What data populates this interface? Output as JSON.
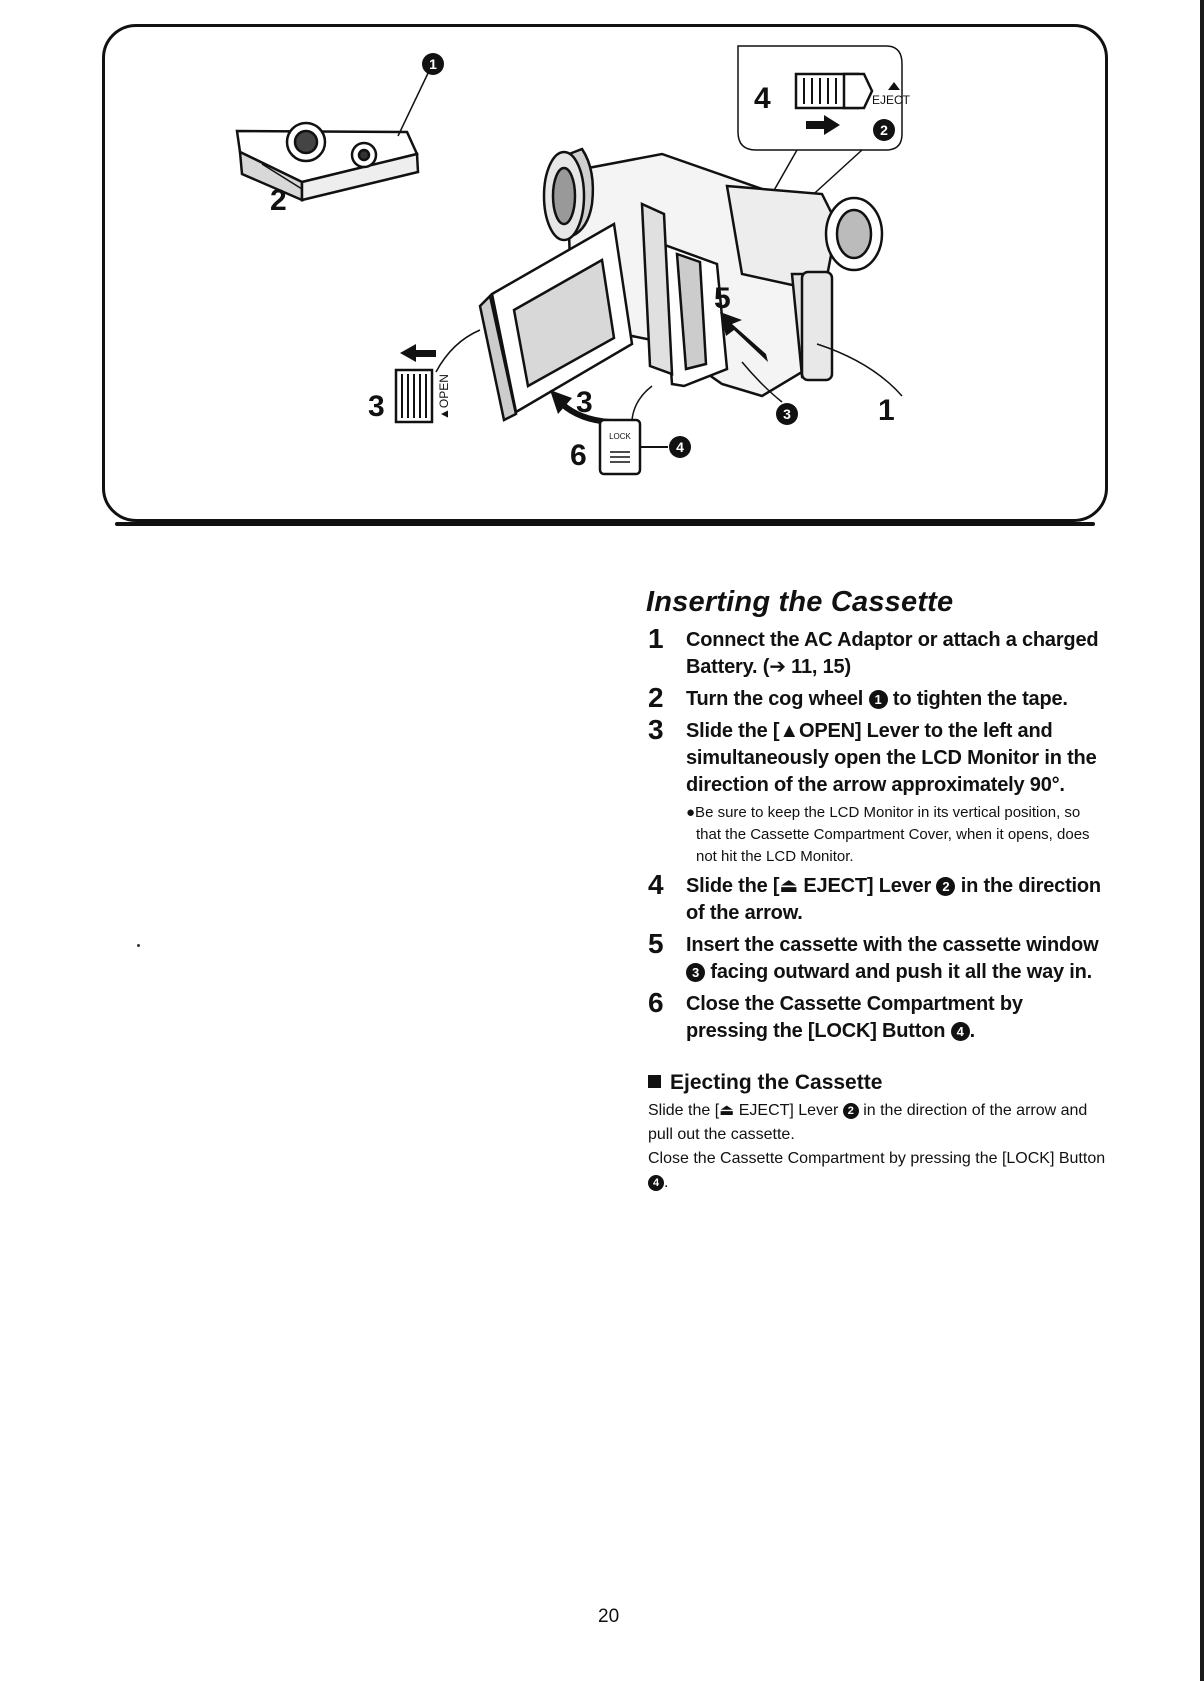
{
  "figure": {
    "callouts": {
      "num_1": "1",
      "num_2": "2",
      "num_3": "3",
      "num_3b": "3",
      "num_4": "4",
      "num_5": "5",
      "num_6": "6",
      "circ_1": "1",
      "circ_2": "2",
      "circ_3": "3",
      "circ_4": "4"
    },
    "labels": {
      "eject": "EJECT",
      "open": "▲OPEN",
      "lock": "LOCK"
    },
    "icons": [
      "cassette-tape-icon",
      "camcorder-icon",
      "eject-slider-icon",
      "open-lever-icon",
      "lock-button-icon",
      "arrow-icon"
    ]
  },
  "section": {
    "title": "Inserting the Cassette",
    "steps": [
      {
        "num": "1",
        "text_a": "Connect the AC Adaptor or attach a charged Battery. (",
        "ref_arrow": "➔",
        "text_b": " 11, 15)"
      },
      {
        "num": "2",
        "text_a": "Turn the cog wheel ",
        "circ": "1",
        "text_b": " to tighten the tape."
      },
      {
        "num": "3",
        "text": "Slide the [▲OPEN] Lever to the left and simultaneously open the LCD Monitor in the direction of the arrow approximately 90°.",
        "note": "●Be sure to keep the LCD Monitor in its vertical position, so that the Cassette Compartment Cover, when it opens, does not hit the LCD Monitor."
      },
      {
        "num": "4",
        "text_a": "Slide the [⏏ EJECT] Lever ",
        "circ": "2",
        "text_b": " in the direction of the arrow."
      },
      {
        "num": "5",
        "text_a": "Insert the cassette with the cassette window ",
        "circ": "3",
        "text_b": " facing outward and push it all the way in."
      },
      {
        "num": "6",
        "text_a": "Close the Cassette Compartment by pressing the [LOCK] Button ",
        "circ": "4",
        "text_b": "."
      }
    ]
  },
  "eject": {
    "title": "Ejecting the Cassette",
    "p1_a": "Slide the [⏏ EJECT] Lever ",
    "p1_circ": "2",
    "p1_b": " in the direction of the arrow and pull out the cassette.",
    "p2_a": "Close the Cassette Compartment by pressing the [LOCK] Button ",
    "p2_circ": "4",
    "p2_b": "."
  },
  "page_number": "20"
}
